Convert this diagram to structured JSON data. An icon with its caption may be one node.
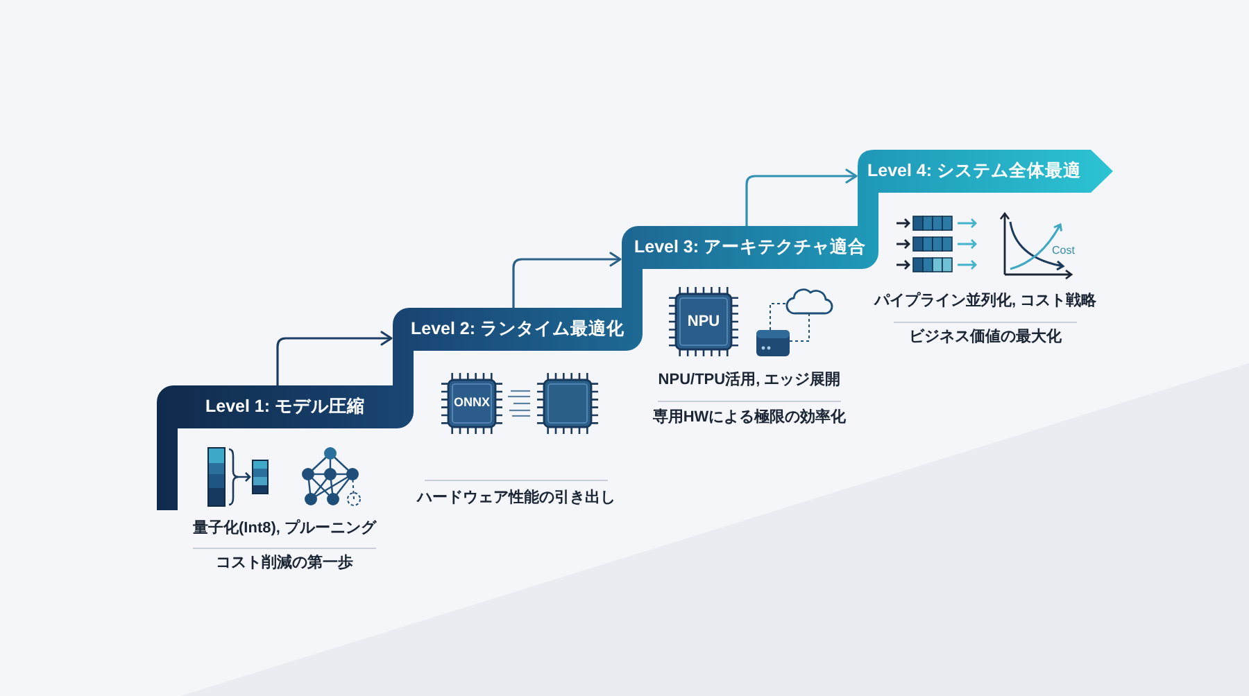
{
  "diagram": {
    "nodes": [
      {
        "text": [
          "Level 1: モデル圧縮"
        ],
        "beside": [
          "量子化(Int8), プルーニング",
          "コスト削減の第一歩"
        ]
      },
      {
        "text": [
          "Level 2: ランタイム最適化"
        ]
      },
      {
        "text": [
          "Level 3: アーキテクチャ適合"
        ],
        "beside": [
          "NPU/TPU活用, エッジ展開",
          "専用HWによる極限の効率化"
        ]
      },
      {
        "text": [
          "Level 4: システム全体最適"
        ],
        "beside": [
          "パイプライン並列化, コスト戦略",
          "ビジネス価値の最大化"
        ]
      }
    ],
    "edges": [
      {
        "from": 0,
        "to": 1,
        "arrow": "to",
        "color": "#1c3d63"
      },
      {
        "from": 1,
        "to": 2,
        "arrow": "to",
        "color": "#2a5f88"
      },
      {
        "from": 2,
        "to": 3,
        "arrow": "to",
        "color": "#2f8fb0"
      }
    ],
    "labels": [
      "ONNX",
      "ハードウェア性能の引き出し",
      "NPU",
      "Cost"
    ]
  }
}
